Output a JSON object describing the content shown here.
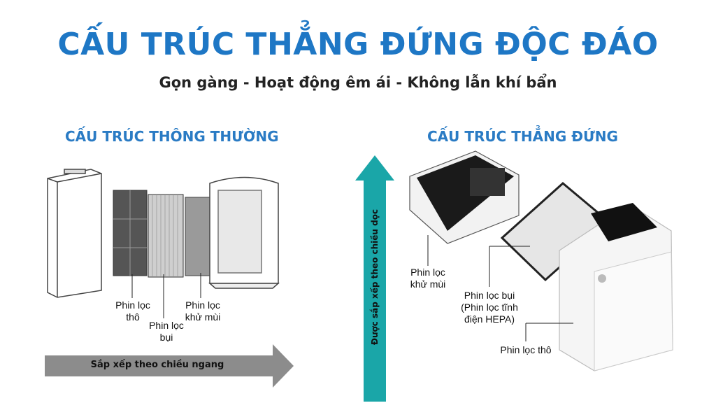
{
  "title": "CẤU TRÚC THẲNG ĐỨNG ĐỘC ĐÁO",
  "subtitle": "Gọn gàng - Hoạt động êm ái - Không lẫn khí bẩn",
  "left": {
    "heading": "CẤU TRÚC THÔNG THƯỜNG",
    "labels": {
      "coarse": "Phin lọc\nthô",
      "dust": "Phin lọc\nbụi",
      "deodor": "Phin lọc\nkhử mùi"
    },
    "arrow_label": "Sắp xếp theo chiều ngang"
  },
  "middle": {
    "arrow_label": "Được sắp xếp theo chiều dọc"
  },
  "right": {
    "heading": "CẤU TRÚC THẲNG ĐỨNG",
    "labels": {
      "deodor": "Phin lọc\nkhử mùi",
      "dust": "Phin lọc bụi\n(Phin lọc tĩnh\nđiện HEPA)",
      "coarse": "Phin lọc thô"
    }
  },
  "colors": {
    "title": "#1e77c5",
    "heading": "#2a7bc4",
    "teal_arrow": "#1aa6a8",
    "gray_arrow": "#8c8c8c"
  }
}
